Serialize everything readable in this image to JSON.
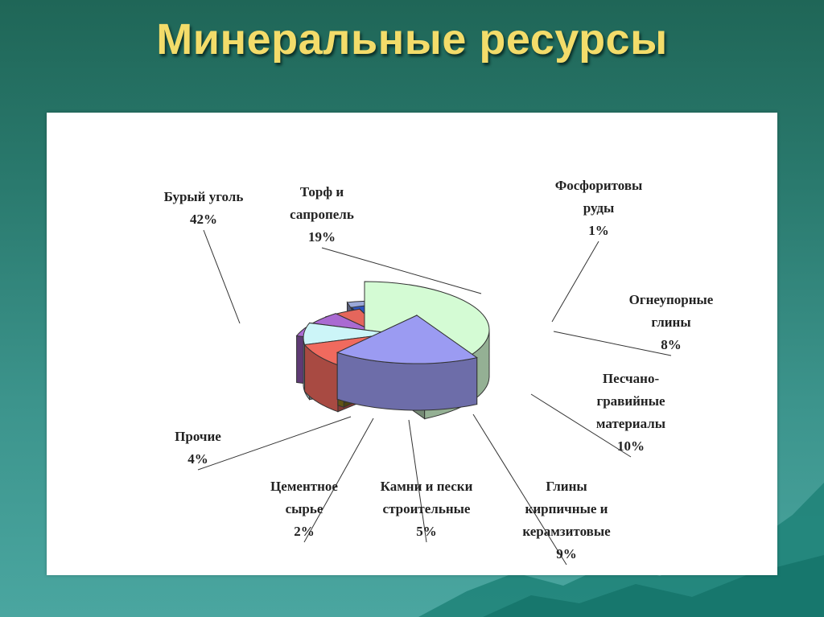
{
  "title": "Минеральные ресурсы",
  "chart_data": {
    "type": "pie",
    "style": "3d-exploded",
    "slices": [
      {
        "label_lines": [
          "Бурый уголь",
          "42%"
        ],
        "value": 42,
        "color": "#d4fbd4"
      },
      {
        "label_lines": [
          "Торф и",
          "сапропель",
          "19%"
        ],
        "value": 19,
        "color": "#9b9bf2"
      },
      {
        "label_lines": [
          "Фосфоритовы",
          "руды",
          "1%"
        ],
        "value": 1,
        "color": "#8a7a1e"
      },
      {
        "label_lines": [
          "Огнеупорные",
          "глины",
          "8%"
        ],
        "value": 8,
        "color": "#f06a5e"
      },
      {
        "label_lines": [
          "Песчано-",
          "гравийные",
          "материалы",
          "10%"
        ],
        "value": 10,
        "color": "#ccf5f8"
      },
      {
        "label_lines": [
          "Глины",
          "кирпичные и",
          "керамзитовые",
          "9%"
        ],
        "value": 9,
        "color": "#aa6ad2"
      },
      {
        "label_lines": [
          "Камни и пески",
          "строительные",
          "5%"
        ],
        "value": 5,
        "color": "#e5665c"
      },
      {
        "label_lines": [
          "Цементное",
          "сырье",
          "2%"
        ],
        "value": 2,
        "color": "#2c54c0"
      },
      {
        "label_lines": [
          "Прочие",
          "4%"
        ],
        "value": 4,
        "color": "#9aa8d8"
      }
    ]
  }
}
